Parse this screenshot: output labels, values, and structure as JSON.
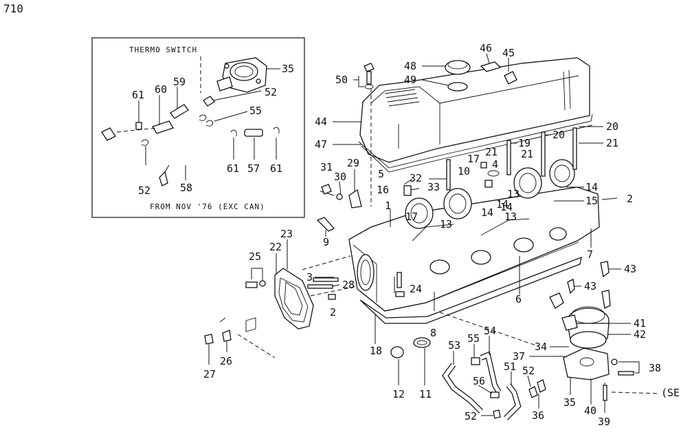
{
  "diagram_code": "710",
  "inset": {
    "caption_top": "THERMO SWITCH",
    "caption_bottom": "FROM NOV '76 (EXC CAN)"
  },
  "continuation_note": "(SE",
  "callouts": [
    "35",
    "52",
    "55",
    "57",
    "58",
    "59",
    "60",
    "61",
    "61",
    "61",
    "52",
    "46",
    "45",
    "48",
    "49",
    "50",
    "44",
    "47",
    "20",
    "21",
    "19",
    "20",
    "21",
    "17",
    "4",
    "10",
    "14",
    "13",
    "14",
    "13",
    "31",
    "30",
    "29",
    "5",
    "16",
    "33",
    "32",
    "15",
    "2",
    "1",
    "17",
    "13",
    "14",
    "14",
    "9",
    "7",
    "23",
    "22",
    "25",
    "3",
    "28",
    "24",
    "2",
    "6",
    "8",
    "43",
    "43",
    "41",
    "42",
    "18",
    "34",
    "37",
    "38",
    "35",
    "40",
    "39",
    "27",
    "26",
    "53",
    "55",
    "54",
    "12",
    "11",
    "51",
    "56",
    "52",
    "52",
    "36"
  ]
}
